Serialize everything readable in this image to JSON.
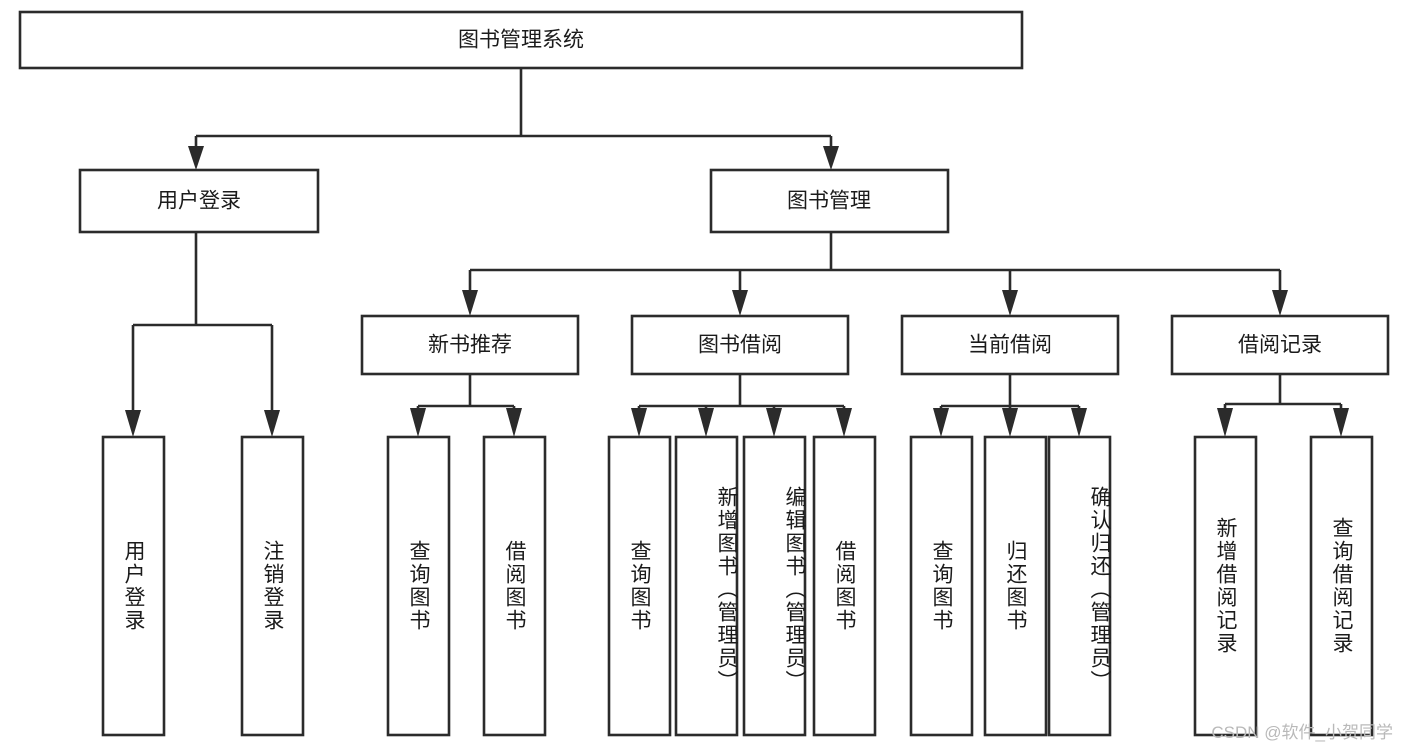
{
  "diagram": {
    "title": "图书管理系统",
    "type": "tree-hierarchy-diagram",
    "root": {
      "label": "图书管理系统",
      "level": 0
    },
    "level2": [
      {
        "label": "用户登录"
      },
      {
        "label": "图书管理"
      }
    ],
    "level3": [
      {
        "label": "新书推荐"
      },
      {
        "label": "图书借阅"
      },
      {
        "label": "当前借阅"
      },
      {
        "label": "借阅记录"
      }
    ],
    "leaves": {
      "user_login": [
        {
          "label": "用户登录"
        },
        {
          "label": "注销登录"
        }
      ],
      "new_book_recommend": [
        {
          "label": "查询图书"
        },
        {
          "label": "借阅图书"
        }
      ],
      "book_borrow": [
        {
          "label": "查询图书"
        },
        {
          "label": "新增图书（管理员）"
        },
        {
          "label": "编辑图书（管理员）"
        },
        {
          "label": "借阅图书"
        }
      ],
      "current_borrow": [
        {
          "label": "查询图书"
        },
        {
          "label": "归还图书"
        },
        {
          "label": "确认归还（管理员）"
        }
      ],
      "borrow_record": [
        {
          "label": "新增借阅记录"
        },
        {
          "label": "查询借阅记录"
        }
      ]
    },
    "watermark": "CSDN @软件_小贺同学",
    "colors": {
      "stroke": "#2b2b2b",
      "fill": "#ffffff",
      "text": "#1b1b1b",
      "watermark": "#b9b9b9"
    }
  }
}
